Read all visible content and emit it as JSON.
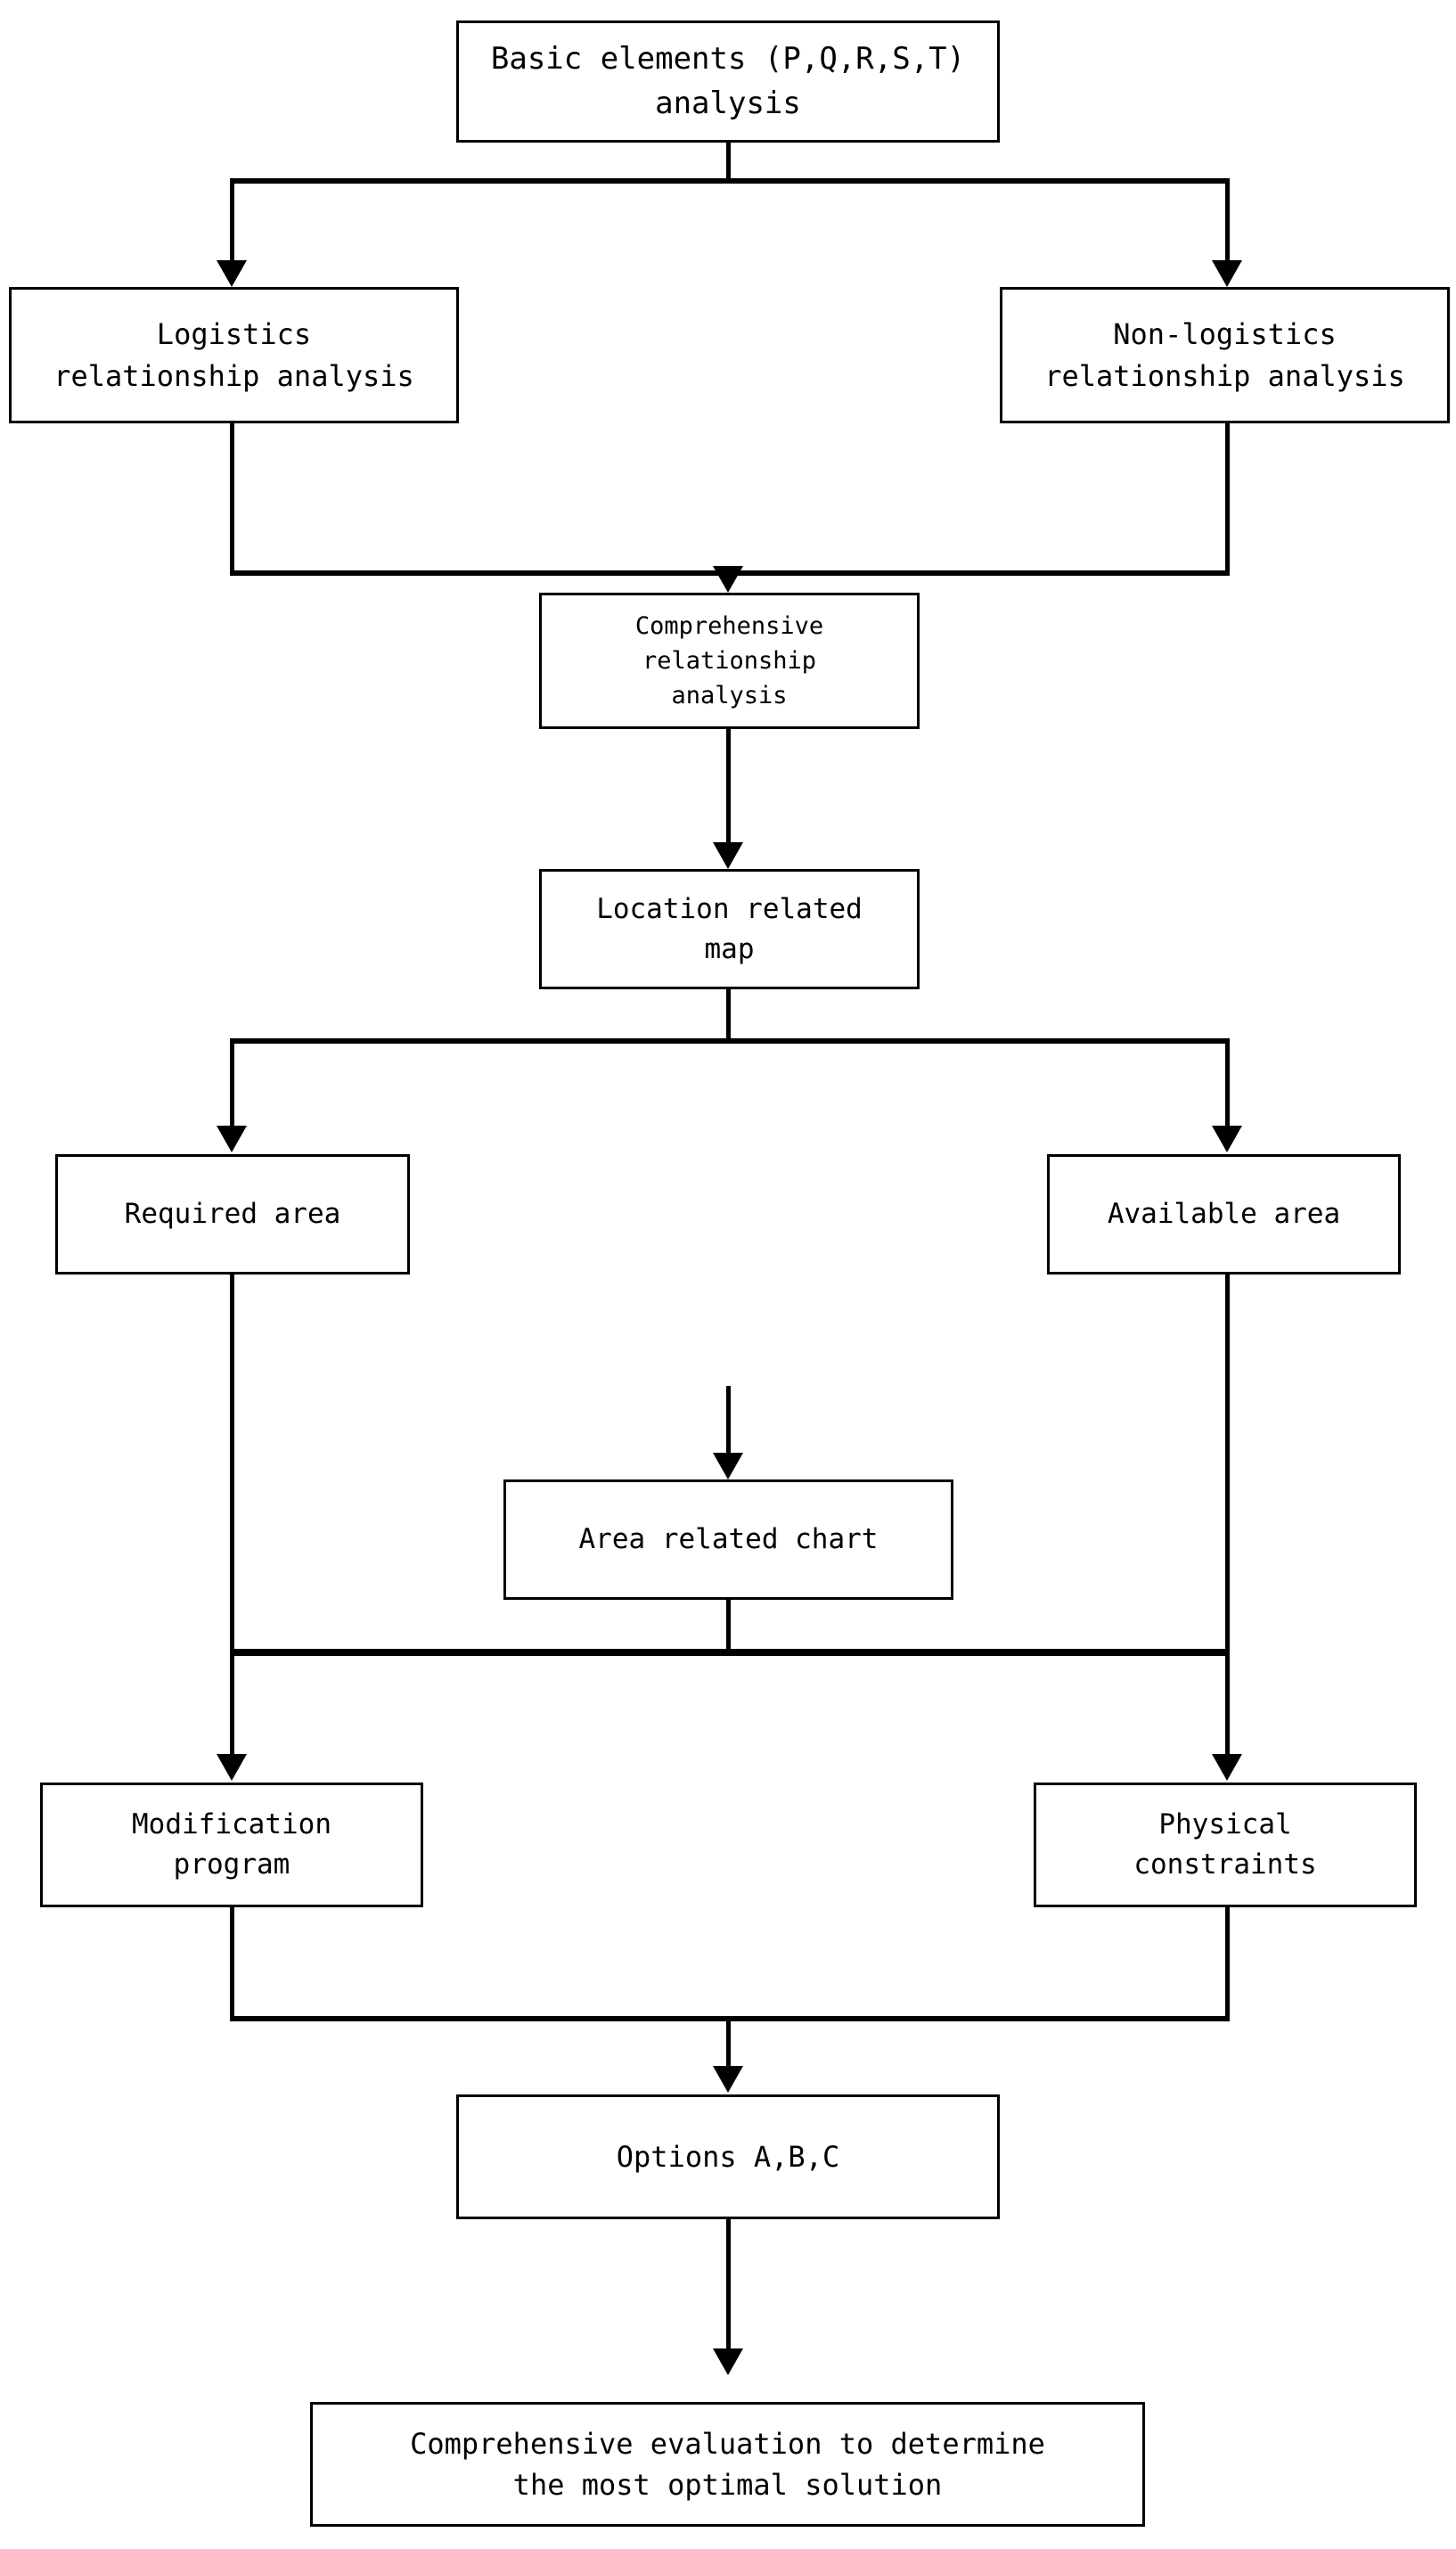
{
  "diagram": {
    "title": "Systematic Layout Planning flowchart",
    "orientation": "top-to-bottom",
    "background_color": "#ffffff",
    "line_color": "#000000",
    "text_color": "#000000",
    "nodes": {
      "basic_elements": {
        "label": "Basic elements (P,Q,R,S,T)\nanalysis"
      },
      "logistics": {
        "label": "Logistics\nrelationship analysis"
      },
      "non_logistics": {
        "label": "Non-logistics\nrelationship analysis"
      },
      "comprehensive": {
        "label": "Comprehensive\nrelationship\nanalysis"
      },
      "location_map": {
        "label": "Location related\nmap"
      },
      "required_area": {
        "label": "Required area"
      },
      "available_area": {
        "label": "Available area"
      },
      "area_chart": {
        "label": "Area related chart"
      },
      "modification_program": {
        "label": "Modification\nprogram"
      },
      "physical_constraints": {
        "label": "Physical\nconstraints"
      },
      "options": {
        "label": "Options A,B,C"
      },
      "final_evaluation": {
        "label": "Comprehensive evaluation to determine\nthe most optimal solution"
      }
    },
    "edges": [
      {
        "from": "basic_elements",
        "to": "logistics",
        "style": "split-arrow"
      },
      {
        "from": "basic_elements",
        "to": "non_logistics",
        "style": "split-arrow"
      },
      {
        "from": "logistics",
        "to": "comprehensive",
        "style": "merge-arrow"
      },
      {
        "from": "non_logistics",
        "to": "comprehensive",
        "style": "merge-arrow"
      },
      {
        "from": "comprehensive",
        "to": "location_map",
        "style": "straight-arrow"
      },
      {
        "from": "location_map",
        "to": "required_area",
        "style": "split-arrow"
      },
      {
        "from": "location_map",
        "to": "available_area",
        "style": "split-arrow"
      },
      {
        "from": "required_area",
        "to": "area_chart",
        "style": "merge-arrow"
      },
      {
        "from": "available_area",
        "to": "area_chart",
        "style": "merge-arrow"
      },
      {
        "from": "area_chart",
        "to": "modification_program",
        "style": "split-arrow"
      },
      {
        "from": "area_chart",
        "to": "physical_constraints",
        "style": "split-arrow"
      },
      {
        "from": "modification_program",
        "to": "options",
        "style": "merge-arrow"
      },
      {
        "from": "physical_constraints",
        "to": "options",
        "style": "merge-arrow"
      },
      {
        "from": "options",
        "to": "final_evaluation",
        "style": "straight-arrow"
      }
    ]
  }
}
